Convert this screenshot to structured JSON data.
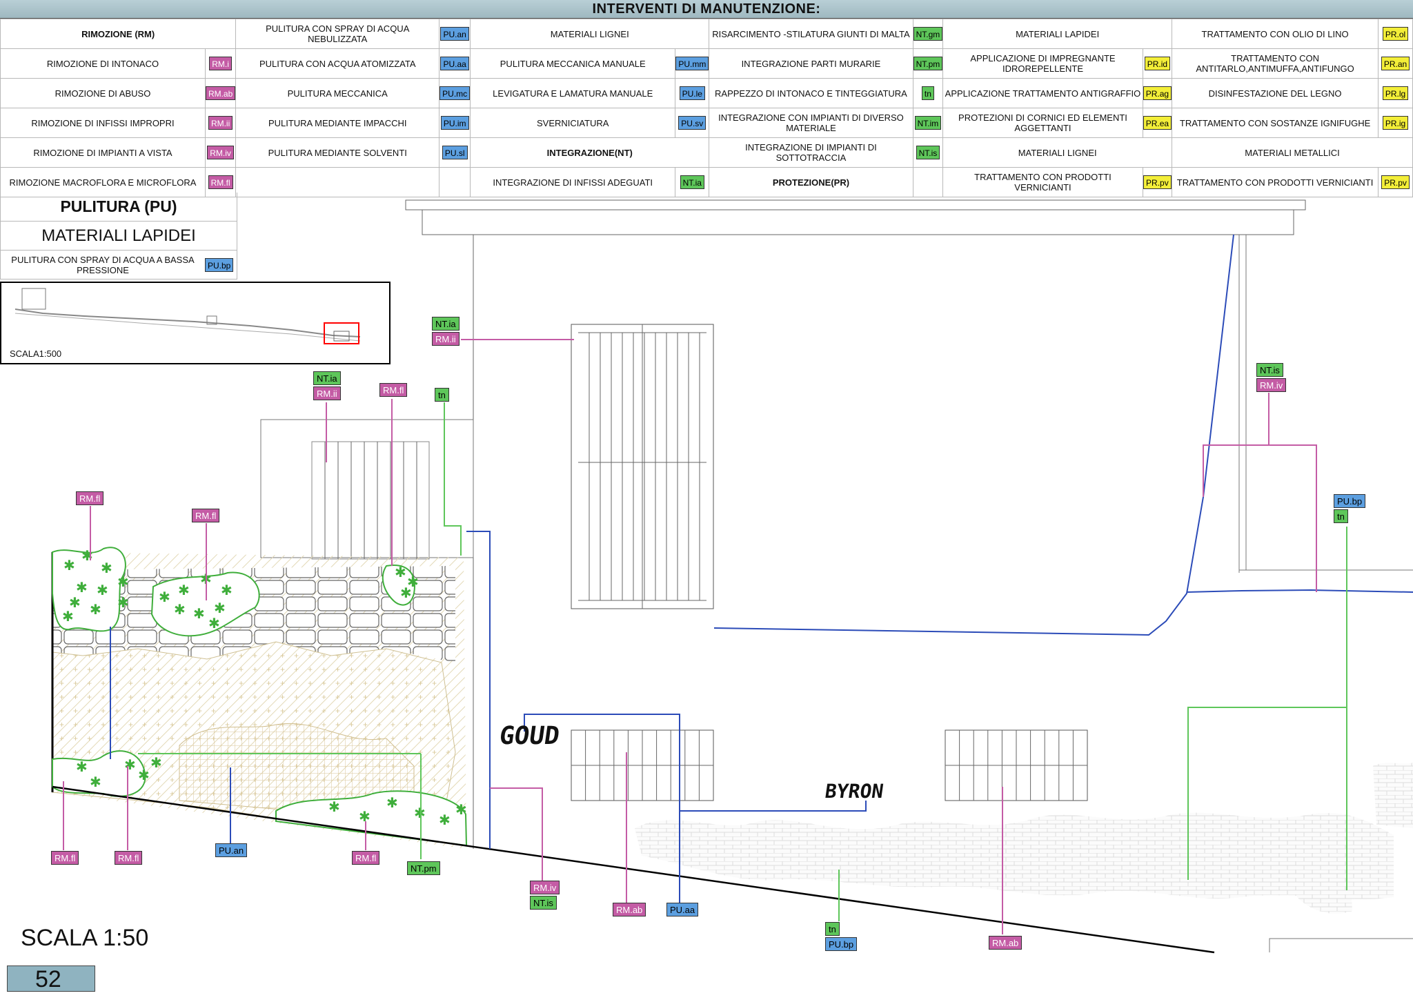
{
  "title": "INTERVENTI DI MANUTENZIONE:",
  "legend": {
    "col1": {
      "header": "RIMOZIONE (RM)",
      "items": [
        {
          "label": "RIMOZIONE DI INTONACO",
          "code": "RM.i"
        },
        {
          "label": "RIMOZIONE DI ABUSO",
          "code": "RM.ab"
        },
        {
          "label": "RIMOZIONE DI INFISSI IMPROPRI",
          "code": "RM.ii"
        },
        {
          "label": "RIMOZIONE DI IMPIANTI A VISTA",
          "code": "RM.iv"
        },
        {
          "label": "RIMOZIONE MACROFLORA E MICROFLORA",
          "code": "RM.fl"
        }
      ]
    },
    "col2": {
      "items": [
        {
          "label": "PULITURA CON SPRAY DI ACQUA NEBULIZZATA",
          "code": "PU.an"
        },
        {
          "label": "PULITURA CON  ACQUA ATOMIZZATA",
          "code": "PU.aa"
        },
        {
          "label": "PULITURA MECCANICA",
          "code": "PU.mc"
        },
        {
          "label": "PULITURA  MEDIANTE IMPACCHI",
          "code": "PU.im"
        },
        {
          "label": "PULITURA MEDIANTE SOLVENTI",
          "code": "PU.sl"
        }
      ]
    },
    "col3": {
      "header": "MATERIALI LIGNEI",
      "items": [
        {
          "label": "PULITURA MECCANICA MANUALE",
          "code": "PU.mm"
        },
        {
          "label": "LEVIGATURA E LAMATURA MANUALE",
          "code": "PU.le"
        },
        {
          "label": "SVERNICIATURA",
          "code": "PU.sv"
        }
      ],
      "section": "INTEGRAZIONE(NT)",
      "after": {
        "label": "INTEGRAZIONE DI INFISSI ADEGUATI",
        "code": "NT.ia"
      }
    },
    "col4": {
      "items": [
        {
          "label": "RISARCIMENTO -STILATURA GIUNTI DI MALTA",
          "code": "NT.gm"
        },
        {
          "label": "INTEGRAZIONE PARTI MURARIE",
          "code": "NT.pm"
        },
        {
          "label": "RAPPEZZO DI INTONACO E TINTEGGIATURA",
          "code": "tn"
        },
        {
          "label": "INTEGRAZIONE CON IMPIANTI DI DIVERSO MATERIALE",
          "code": "NT.im"
        },
        {
          "label": "INTEGRAZIONE DI IMPIANTI DI SOTTOTRACCIA",
          "code": "NT.is"
        }
      ],
      "section": "PROTEZIONE(PR)"
    },
    "col5": {
      "header": "MATERIALI LAPIDEI",
      "items": [
        {
          "label": "APPLICAZIONE DI IMPREGNANTE IDROREPELLENTE",
          "code": "PR.id"
        },
        {
          "label": "APPLICAZIONE TRATTAMENTO ANTIGRAFFIO",
          "code": "PR.ag"
        },
        {
          "label": "PROTEZIONI DI CORNICI ED ELEMENTI AGGETTANTI",
          "code": "PR.ea"
        }
      ],
      "sub": "MATERIALI LIGNEI",
      "after": {
        "label": "TRATTAMENTO CON PRODOTTI VERNICIANTI",
        "code": "PR.pv"
      }
    },
    "col6": {
      "items": [
        {
          "label": "TRATTAMENTO CON OLIO DI LINO",
          "code": "PR.ol"
        },
        {
          "label": "TRATTAMENTO CON ANTITARLO,ANTIMUFFA,ANTIFUNGO",
          "code": "PR.an"
        },
        {
          "label": "DISINFESTAZIONE DEL LEGNO",
          "code": "PR.lg"
        },
        {
          "label": "TRATTAMENTO CON SOSTANZE IGNIFUGHE",
          "code": "PR.ig"
        }
      ],
      "sub": "MATERIALI METALLICI",
      "after": {
        "label": "TRATTAMENTO CON PRODOTTI VERNICIANTI",
        "code": "PR.pv"
      }
    }
  },
  "pulitura_block": {
    "header": "PULITURA (PU)",
    "sub": "MATERIALI LAPIDEI",
    "item": {
      "label": "PULITURA CON SPRAY DI ACQUA A BASSA PRESSIONE",
      "code": "PU.bp"
    }
  },
  "keyplan": {
    "caption": "SCALA1:500"
  },
  "drawing_labels": [
    {
      "id": "a1",
      "text": "NT.ia",
      "kind": "nt"
    },
    {
      "id": "a2",
      "text": "RM.ii",
      "kind": "rm"
    },
    {
      "id": "b1",
      "text": "NT.ia",
      "kind": "nt"
    },
    {
      "id": "b2",
      "text": "RM.ii",
      "kind": "rm"
    },
    {
      "id": "c1",
      "text": "RM.fl",
      "kind": "rm"
    },
    {
      "id": "d1",
      "text": "tn",
      "kind": "nt"
    },
    {
      "id": "e1",
      "text": "RM.fl",
      "kind": "rm"
    },
    {
      "id": "f1",
      "text": "RM.fl",
      "kind": "rm"
    },
    {
      "id": "g1",
      "text": "NT.is",
      "kind": "nt"
    },
    {
      "id": "g2",
      "text": "RM.iv",
      "kind": "rm"
    },
    {
      "id": "h1",
      "text": "PU.bp",
      "kind": "pu"
    },
    {
      "id": "h2",
      "text": "tn",
      "kind": "nt"
    },
    {
      "id": "i1",
      "text": "RM.fl",
      "kind": "rm"
    },
    {
      "id": "j1",
      "text": "RM.fl",
      "kind": "rm"
    },
    {
      "id": "k1",
      "text": "PU.an",
      "kind": "pu"
    },
    {
      "id": "l1",
      "text": "RM.fl",
      "kind": "rm"
    },
    {
      "id": "m1",
      "text": "NT.pm",
      "kind": "nt"
    },
    {
      "id": "n1",
      "text": "RM.iv",
      "kind": "rm"
    },
    {
      "id": "n2",
      "text": "NT.is",
      "kind": "nt"
    },
    {
      "id": "o1",
      "text": "RM.ab",
      "kind": "rm"
    },
    {
      "id": "p1",
      "text": "PU.aa",
      "kind": "pu"
    },
    {
      "id": "q1",
      "text": "tn",
      "kind": "nt"
    },
    {
      "id": "q2",
      "text": "PU.bp",
      "kind": "pu"
    },
    {
      "id": "r1",
      "text": "RM.ab",
      "kind": "rm"
    }
  ],
  "graffiti": [
    "GOUD",
    "BYRON"
  ],
  "scale": "SCALA 1:50",
  "page_number": "52",
  "colors": {
    "rm": "#c45ca5",
    "pu": "#5c9fe0",
    "nt": "#5ec65a",
    "pr": "#f3ee38",
    "banner": "#a9c2ca"
  }
}
